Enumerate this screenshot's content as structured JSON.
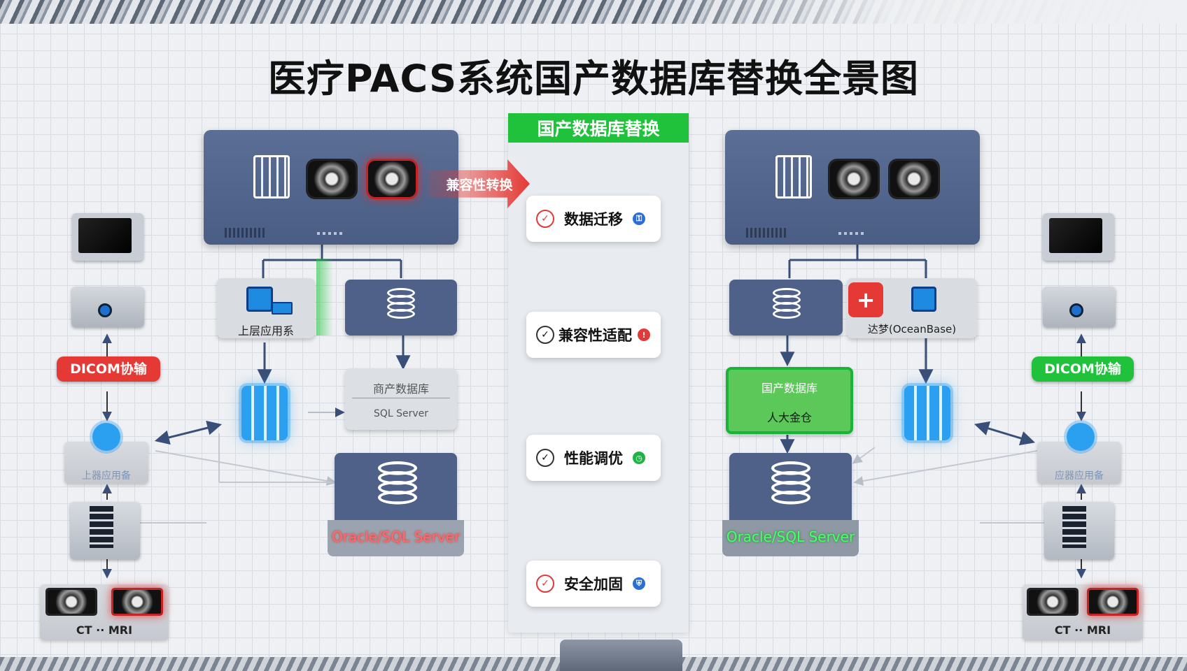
{
  "title": "医疗PACS系统国产数据库替换全景图",
  "center": {
    "header": "国产数据库替换",
    "steps": [
      {
        "label": "数据迁移",
        "icon": "person-lock-icon",
        "icon_color": "#2b6fd6"
      },
      {
        "label": "兼容性适配",
        "icon": "alert-icon",
        "icon_color": "#e23a3a"
      },
      {
        "label": "性能调优",
        "icon": "gauge-icon",
        "icon_color": "#1fb347"
      },
      {
        "label": "安全加固",
        "icon": "shield-icon",
        "icon_color": "#2b6fd6"
      }
    ]
  },
  "left": {
    "banner_arrow": "兼容性转换",
    "app_label": "上层应用系",
    "commercial_db": {
      "line1": "商产数据库",
      "line2": "SQL Server"
    },
    "main_db_label": "Oracle/SQL Server",
    "dicom_label": "DICOM协输",
    "gateway_label": "上器应用备",
    "modalities_label": "CT ·· MRI"
  },
  "right": {
    "vendor_label": "达梦(OceanBase)",
    "domestic_db": {
      "line1": "国产数据库",
      "line2": "人大金仓"
    },
    "main_db_label": "Oracle/SQL Server",
    "dicom_label": "DICOM协输",
    "gateway_label": "应器应用备",
    "modalities_label": "CT ·· MRI"
  },
  "colors": {
    "accent_green": "#1fc23a",
    "accent_red": "#e53935",
    "monitor_blue": "#4f6189"
  }
}
